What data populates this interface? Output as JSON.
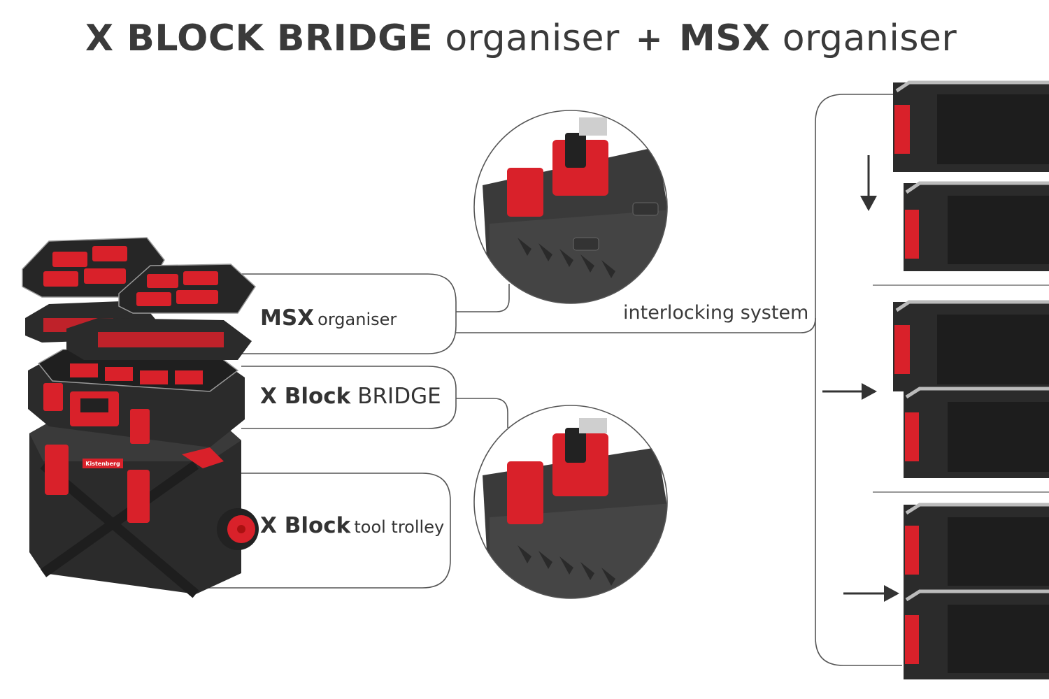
{
  "header": {
    "title_part1": "X BLOCK BRIDGE",
    "title_part2": "organiser",
    "title_plus": "+",
    "title_part3": "MSX",
    "title_part4": "organiser"
  },
  "callouts": {
    "msx": {
      "bold": "MSX",
      "light": "organiser"
    },
    "bridge": {
      "bold": "X Block",
      "light": "BRIDGE"
    },
    "trolley": {
      "bold": "X Block",
      "light": "tool trolley"
    },
    "interlocking": "interlocking system"
  },
  "product": {
    "brand_badge": "Kistenberg"
  },
  "colors": {
    "accent_red": "#d9212a",
    "body_black": "#2b2b2b",
    "line_grey": "#555555",
    "text_dark": "#3a3a3a"
  },
  "diagram": {
    "steps": [
      {
        "arrow": "arrow-down-icon"
      },
      {
        "arrow": "arrow-right-icon"
      },
      {
        "arrow": "arrow-right-icon"
      }
    ]
  }
}
